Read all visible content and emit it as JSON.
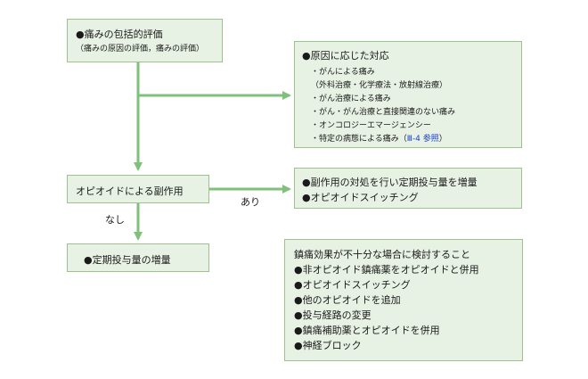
{
  "colors": {
    "box_fill": "#e8f2e4",
    "box_border": "#9cc28d",
    "arrow": "#7fc17a",
    "link": "#1a3fd0"
  },
  "assessment": {
    "title": "●痛みの包括的評価",
    "subtitle": "（痛みの原因の評価，痛みの評価）"
  },
  "cause_box": {
    "title": "●原因に応じた対応",
    "items": [
      "・がんによる痛み",
      "（外科治療・化学療法・放射線治療）",
      "・がん治療による痛み",
      "・がん・がん治療と直接関連のない痛み",
      "・オンコロジーエマージェンシー"
    ],
    "last_item_prefix": "・特定の病態による痛み（",
    "last_item_link": "Ⅲ-4 参照",
    "last_item_suffix": "）"
  },
  "side_effect": {
    "label": "オピオイドによる副作用"
  },
  "branch": {
    "yes": "あり",
    "no": "なし"
  },
  "side_effect_action": {
    "items": [
      "●副作用の対処を行い定期投与量を増量",
      "●オピオイドスイッチング"
    ]
  },
  "increase": {
    "label": "●定期投与量の増量"
  },
  "insufficient": {
    "title": "鎮痛効果が不十分な場合に検討すること",
    "items": [
      "●非オピオイド鎮痛薬をオピオイドと併用",
      "●オピオイドスイッチング",
      "●他のオピオイドを追加",
      "●投与経路の変更",
      "●鎮痛補助薬とオピオイドを併用",
      "●神経ブロック"
    ]
  }
}
